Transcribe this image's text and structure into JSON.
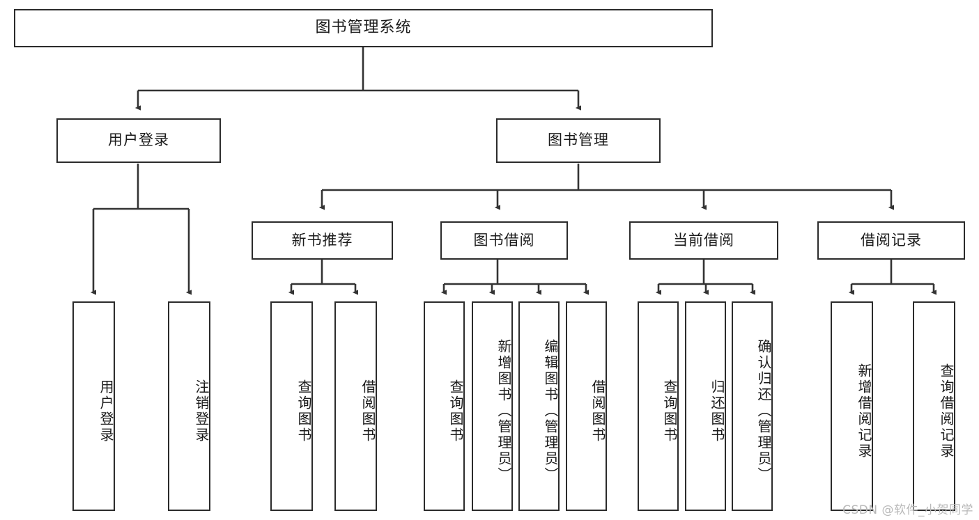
{
  "diagram": {
    "type": "hierarchy-tree",
    "title": "图书管理系统",
    "watermark": "CSDN @软件_小贺同学",
    "colors": {
      "box_border": "#2b2b2b",
      "box_fill": "#ffffff",
      "connector": "#333333",
      "text": "#1a1a1a",
      "watermark": "#b9b9b9"
    },
    "nodes": {
      "root": {
        "label": "图书管理系统"
      },
      "level2": [
        {
          "label": "用户登录"
        },
        {
          "label": "图书管理"
        }
      ],
      "level3": [
        {
          "label": "新书推荐"
        },
        {
          "label": "图书借阅"
        },
        {
          "label": "当前借阅"
        },
        {
          "label": "借阅记录"
        }
      ],
      "leaves_user_login": [
        {
          "label": "用户登录"
        },
        {
          "label": "注销登录"
        }
      ],
      "leaves_new_book": [
        {
          "label": "查询图书"
        },
        {
          "label": "借阅图书"
        }
      ],
      "leaves_book_borrow": [
        {
          "label": "查询图书"
        },
        {
          "label": "新增图书（管理员）"
        },
        {
          "label": "编辑图书（管理员）"
        },
        {
          "label": "借阅图书"
        }
      ],
      "leaves_current_borrow": [
        {
          "label": "查询图书"
        },
        {
          "label": "归还图书"
        },
        {
          "label": "确认归还（管理员）"
        }
      ],
      "leaves_borrow_record": [
        {
          "label": "新增借阅记录"
        },
        {
          "label": "查询借阅记录"
        }
      ]
    }
  }
}
